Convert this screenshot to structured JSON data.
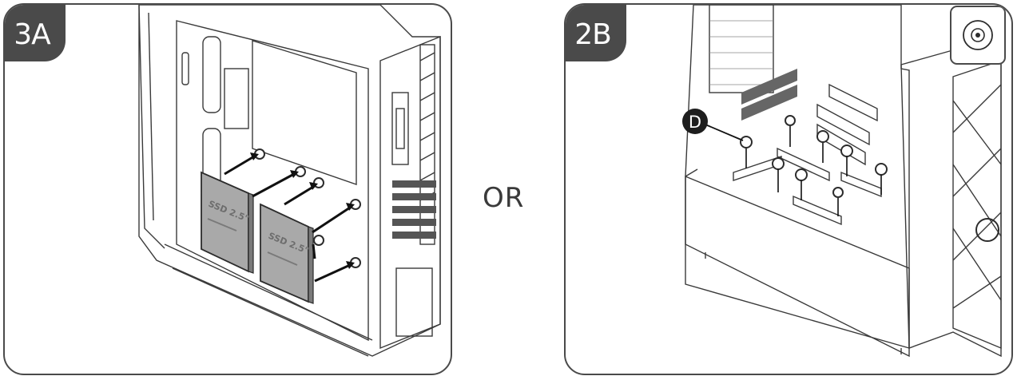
{
  "steps": {
    "left": "3A",
    "right": "2B"
  },
  "separator": "OR",
  "ssd_label": "SSD 2.5\"",
  "callout": "D",
  "colors": {
    "frame": "#4a4a4a",
    "ssd": "#a9a9a9",
    "line": "#3a3a3a"
  }
}
